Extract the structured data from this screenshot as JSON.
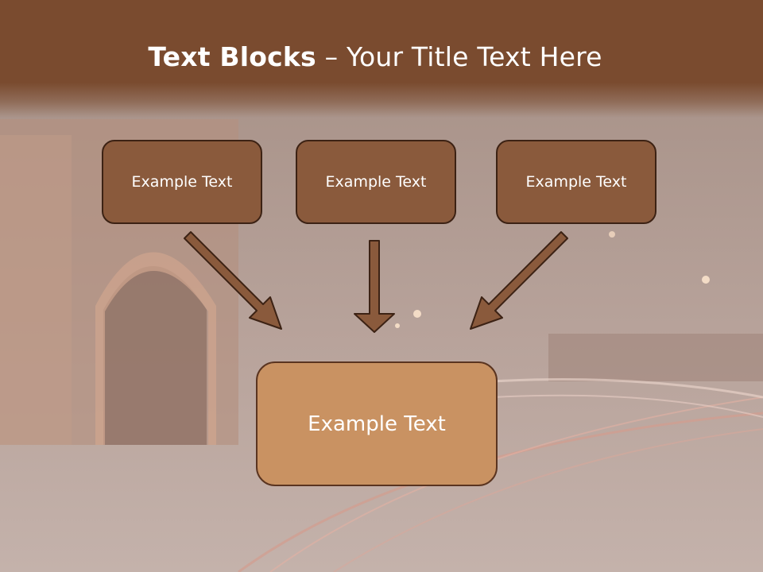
{
  "slide": {
    "title_bold": "Text Blocks",
    "title_rest": " – Your Title Text Here",
    "blocks": [
      {
        "label": "Example Text"
      },
      {
        "label": "Example Text"
      },
      {
        "label": "Example Text"
      }
    ],
    "main_block": {
      "label": "Example Text"
    }
  },
  "colors": {
    "header": "#7a4b2f",
    "small_box": "#8a5a3c",
    "main_box": "#c99262",
    "arrow": "#8a5a3c",
    "outline": "#3c2214"
  }
}
